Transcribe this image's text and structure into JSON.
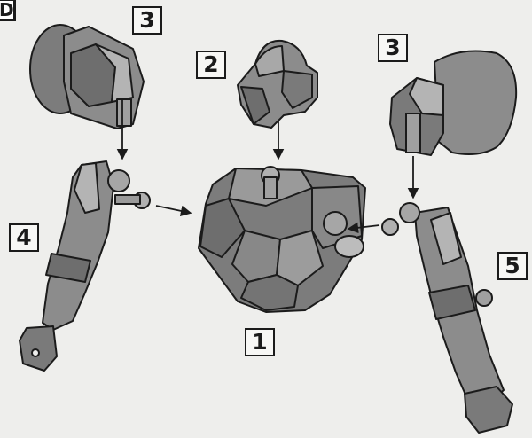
{
  "step": {
    "label": "D"
  },
  "labels": {
    "body": "1",
    "head": "2",
    "shoulder_left": "3",
    "shoulder_right": "3",
    "arm_left": "4",
    "arm_right": "5"
  },
  "colors": {
    "background": "#eeeeec",
    "part_fill": "#8c8c8c",
    "part_shadow": "#6e6e6e",
    "part_highlight": "#b4b4b4",
    "outline": "#1b1b1b"
  }
}
